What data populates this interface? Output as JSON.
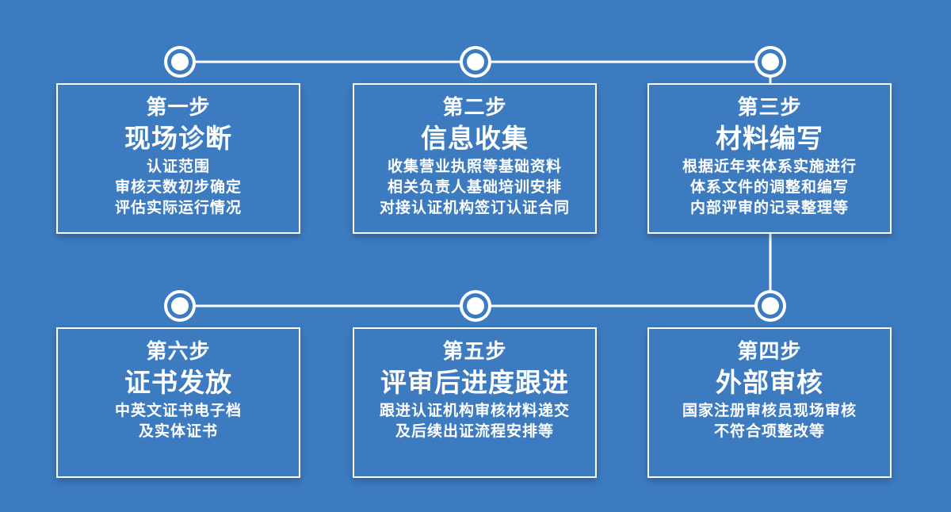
{
  "steps": [
    {
      "label": "第一步",
      "title": "现场诊断",
      "lines": [
        "认证范围",
        "审核天数初步确定",
        "评估实际运行情况"
      ]
    },
    {
      "label": "第二步",
      "title": "信息收集",
      "lines": [
        "收集营业执照等基础资料",
        "相关负责人基础培训安排",
        "对接认证机构签订认证合同"
      ]
    },
    {
      "label": "第三步",
      "title": "材料编写",
      "lines": [
        "根据近年来体系实施进行",
        "体系文件的调整和编写",
        "内部评审的记录整理等"
      ]
    },
    {
      "label": "第四步",
      "title": "外部审核",
      "lines": [
        "国家注册审核员现场审核",
        "不符合项整改等"
      ]
    },
    {
      "label": "第五步",
      "title": "评审后进度跟进",
      "lines": [
        "跟进认证机构审核材料递交",
        "及后续出证流程安排等"
      ]
    },
    {
      "label": "第六步",
      "title": "证书发放",
      "lines": [
        "中英文证书电子档",
        "及实体证书"
      ]
    }
  ],
  "colors": {
    "background": "#3c7bc0",
    "foreground": "#ffffff"
  }
}
